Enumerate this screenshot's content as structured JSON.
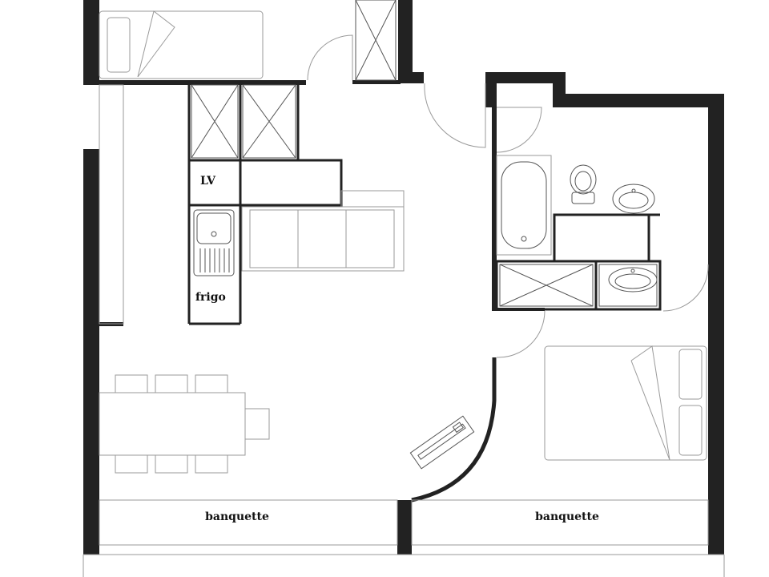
{
  "labels": {
    "lv": "LV",
    "frigo": "frigo",
    "banquette_left": "banquette",
    "banquette_right": "banquette"
  }
}
